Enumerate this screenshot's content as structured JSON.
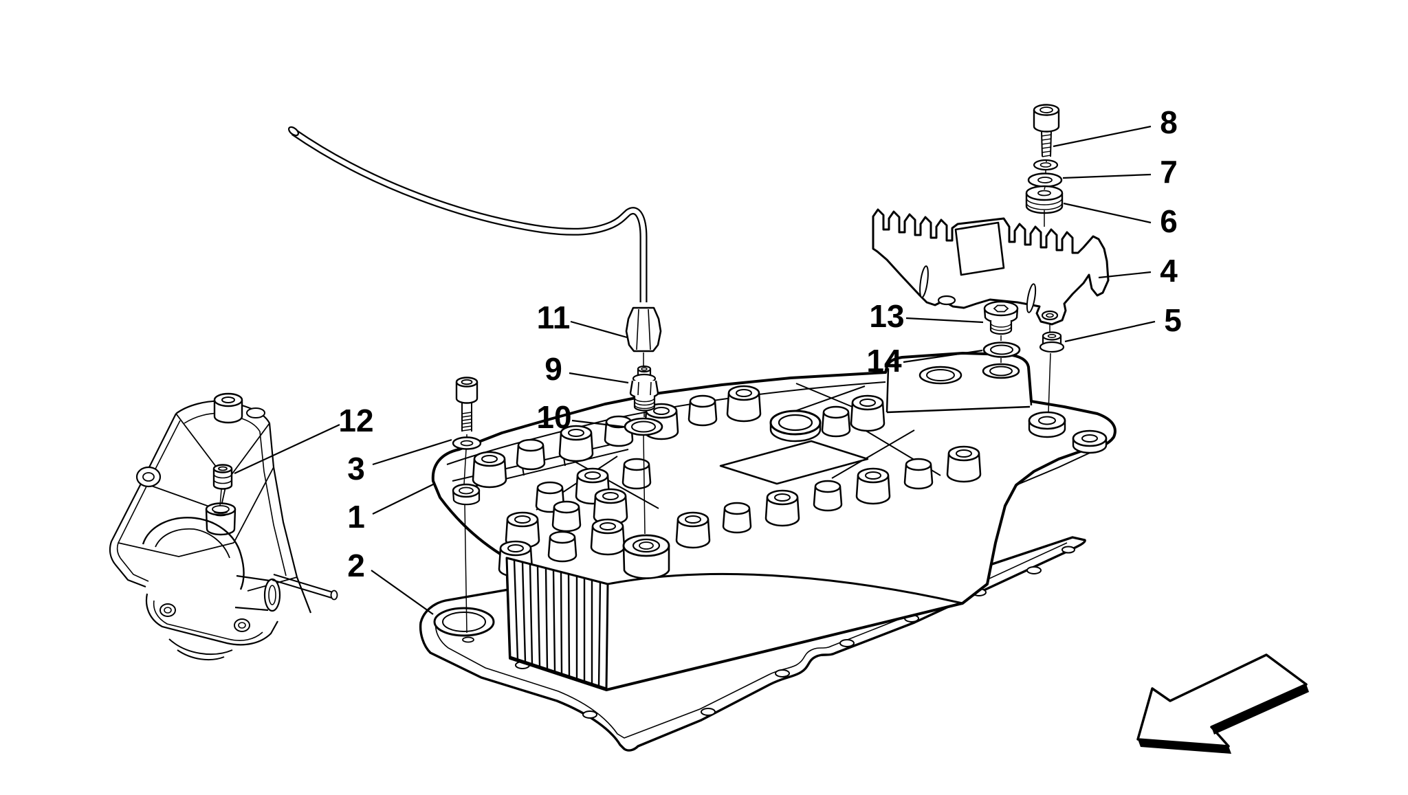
{
  "figure": {
    "type": "exploded-parts-diagram",
    "background_color": "#ffffff",
    "line_color": "#000000",
    "description_visible_text_only": true
  },
  "callouts": {
    "c1": {
      "label": "1"
    },
    "c2": {
      "label": "2"
    },
    "c3": {
      "label": "3"
    },
    "c4": {
      "label": "4"
    },
    "c5": {
      "label": "5"
    },
    "c6": {
      "label": "6"
    },
    "c7": {
      "label": "7"
    },
    "c8": {
      "label": "8"
    },
    "c9": {
      "label": "9"
    },
    "c10": {
      "label": "10"
    },
    "c11": {
      "label": "11"
    },
    "c12": {
      "label": "12"
    },
    "c13": {
      "label": "13"
    },
    "c14": {
      "label": "14"
    }
  },
  "orientation_arrow": {
    "direction": "down-left"
  }
}
